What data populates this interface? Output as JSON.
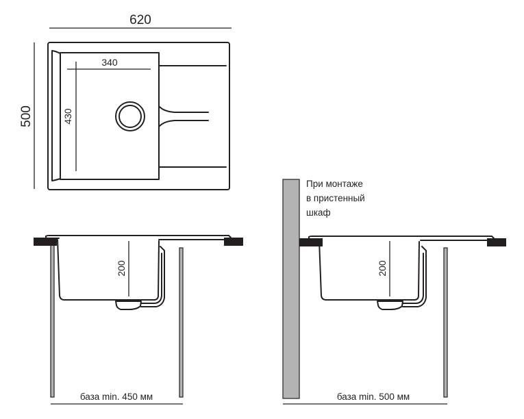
{
  "top_view": {
    "width_label": "620",
    "depth_label": "500",
    "bowl_width_label": "340",
    "bowl_length_label": "430"
  },
  "side_view_standard": {
    "bowl_depth_label": "200",
    "base_label": "база min. 450 мм"
  },
  "side_view_wall": {
    "bowl_depth_label": "200",
    "note_lines": [
      "При монтаже",
      "в пристенный",
      "шкаф"
    ],
    "base_label": "база min. 500 мм"
  }
}
